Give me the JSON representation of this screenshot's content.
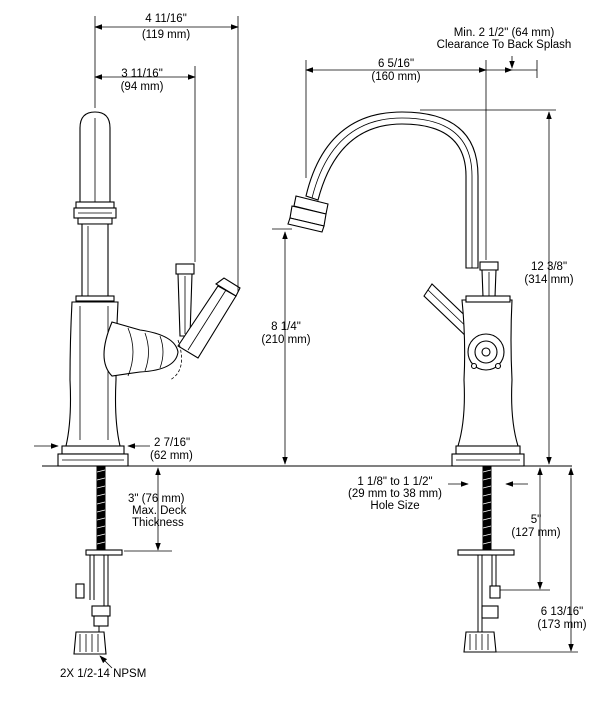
{
  "dimensions": {
    "side_depth_total": {
      "frac": "4 11/16\"",
      "metric": "(119 mm)"
    },
    "side_depth_handle": {
      "frac": "3 11/16\"",
      "metric": "(94 mm)"
    },
    "base_width": {
      "frac": "2 7/16\"",
      "metric": "(62 mm)"
    },
    "deck_thickness": {
      "line1": "3\" (76 mm)",
      "line2": "Max. Deck",
      "line3": "Thickness"
    },
    "connection_note": "2X 1/2-14 NPSM",
    "clearance": {
      "line1": "Min. 2 1/2\" (64 mm)",
      "line2": "Clearance To Back Splash"
    },
    "spout_reach": {
      "frac": "6 5/16\"",
      "metric": "(160 mm)"
    },
    "spout_height": {
      "frac": "8 1/4\"",
      "metric": "(210 mm)"
    },
    "total_height": {
      "frac": "12 3/8\"",
      "metric": "(314 mm)"
    },
    "hole_size": {
      "line1": "1 1/8\" to 1 1/2\"",
      "line2": "(29 mm to 38 mm)",
      "line3": "Hole Size"
    },
    "shank_length": {
      "frac": "5\"",
      "metric": "(127 mm)"
    },
    "supply_length": {
      "frac": "6 13/16\"",
      "metric": "(173 mm)"
    }
  }
}
